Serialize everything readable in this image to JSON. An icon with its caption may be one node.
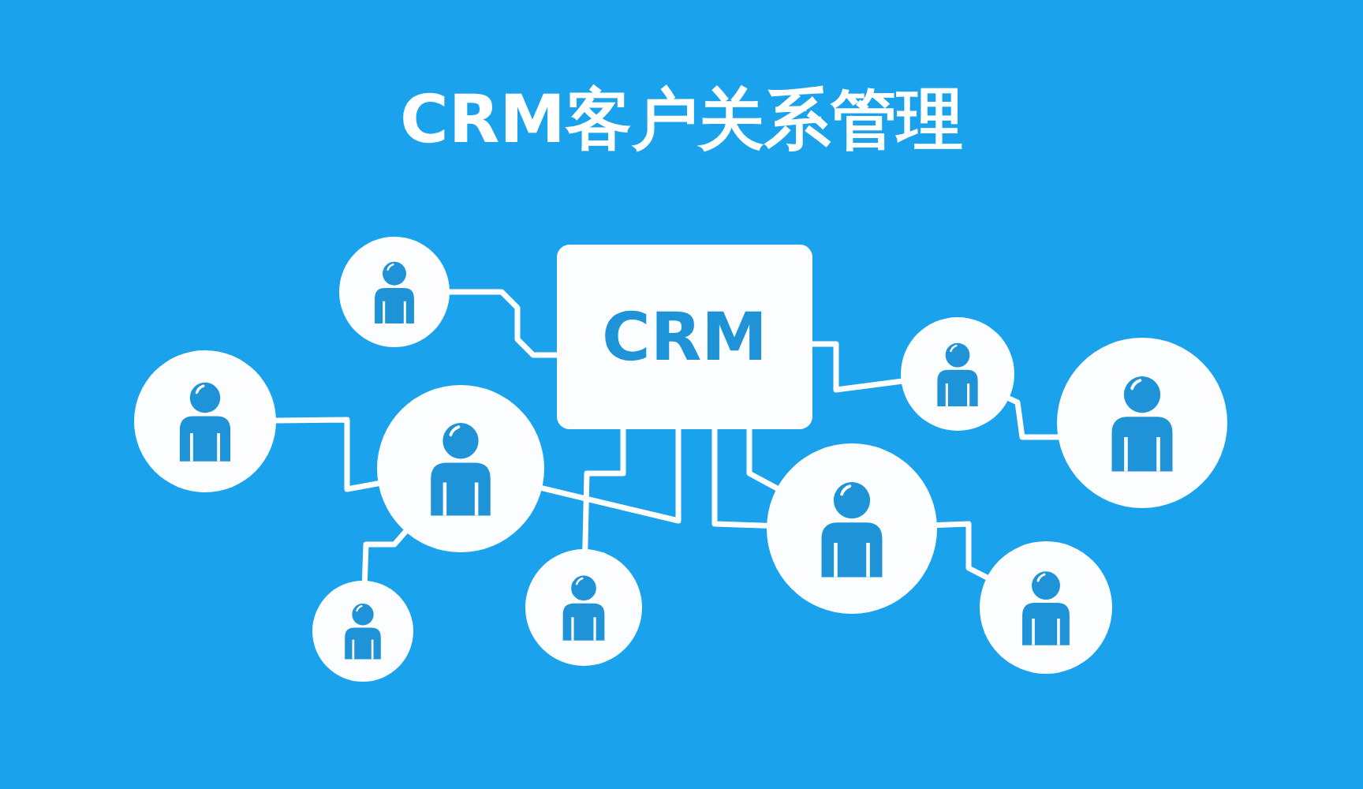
{
  "diagram": {
    "title": "CRM客户关系管理",
    "nodes": [
      {
        "text": [
          "CRM"
        ]
      },
      {
        "text": [],
        "shape": "circle"
      },
      {
        "text": [],
        "shape": "circle"
      },
      {
        "text": [],
        "shape": "circle"
      },
      {
        "text": [],
        "shape": "circle"
      },
      {
        "text": [],
        "shape": "circle"
      },
      {
        "text": [],
        "shape": "circle"
      },
      {
        "text": [],
        "shape": "circle"
      },
      {
        "text": [],
        "shape": "circle"
      },
      {
        "text": [],
        "shape": "circle"
      }
    ],
    "edges": [
      {
        "from": 1,
        "to": 0,
        "arrow": "none"
      },
      {
        "from": 0,
        "to": 2,
        "arrow": "none"
      },
      {
        "from": 2,
        "to": 4,
        "arrow": "none"
      },
      {
        "from": 3,
        "to": 5,
        "arrow": "none"
      },
      {
        "from": 0,
        "to": 5,
        "arrow": "none"
      },
      {
        "from": 0,
        "to": 7,
        "arrow": "none"
      },
      {
        "from": 0,
        "to": 6,
        "arrow": "none"
      },
      {
        "from": 0,
        "to": 6,
        "arrow": "none"
      },
      {
        "from": 5,
        "to": 9,
        "arrow": "none"
      },
      {
        "from": 6,
        "to": 8,
        "arrow": "none"
      }
    ]
  }
}
